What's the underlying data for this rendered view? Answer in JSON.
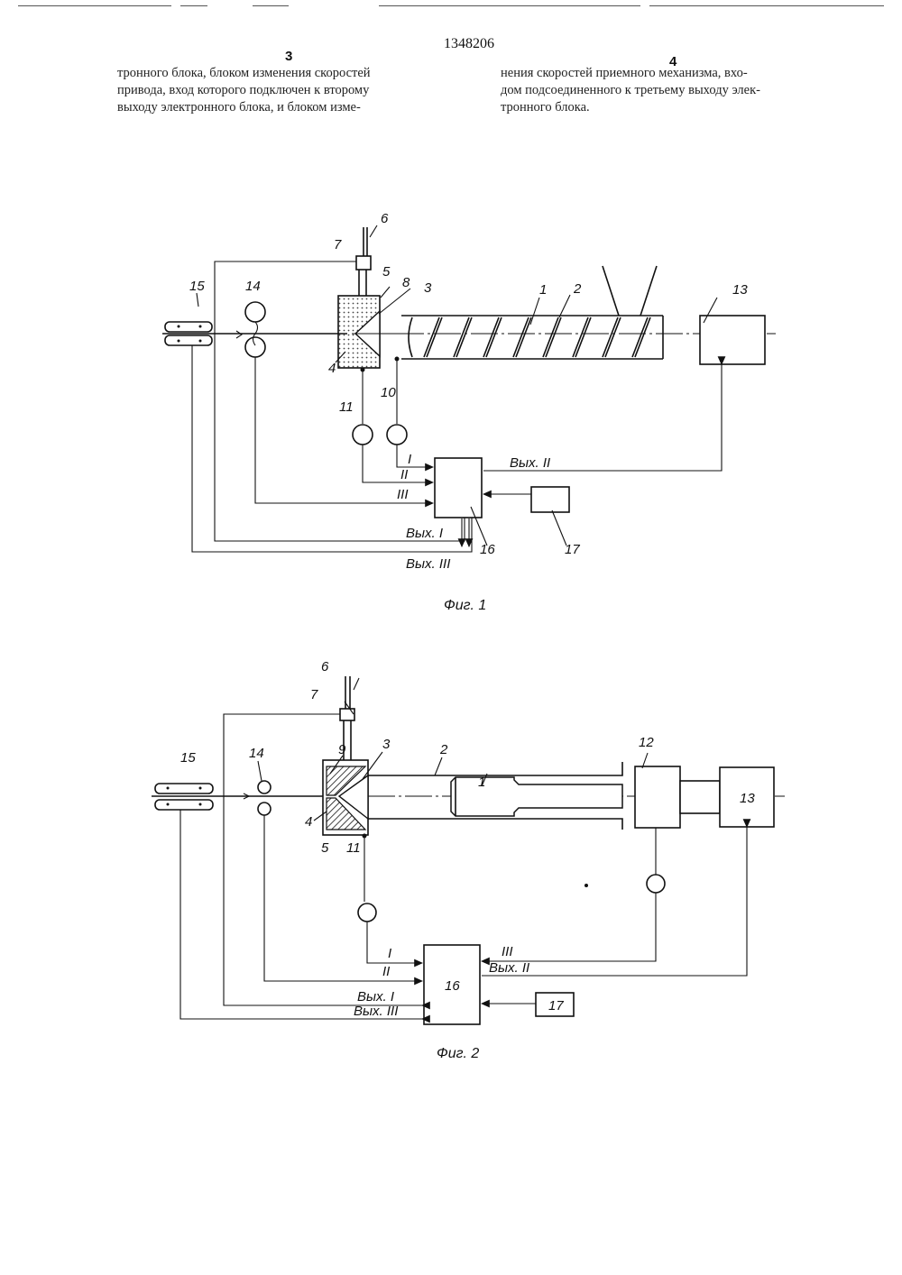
{
  "header": {
    "patent_number": "1348206",
    "left_col_num": "3",
    "right_col_num": "4",
    "left_lines": [
      "тронного блока, блоком изменения скоростей",
      "привода, вход которого подключен к второму",
      "выходу электронного блока, и блоком изме-"
    ],
    "right_lines": [
      "нения скоростей приемного механизма, вхо-",
      "дом подсоединенного к третьему выходу элек-",
      "тронного блока."
    ]
  },
  "figure1": {
    "caption": "Фиг. 1",
    "labels": {
      "n1": "1",
      "n2": "2",
      "n3": "3",
      "n4": "4",
      "n5": "5",
      "n6": "6",
      "n7": "7",
      "n8": "8",
      "n10": "10",
      "n11": "11",
      "n13": "13",
      "n14": "14",
      "n15": "15",
      "n16": "16",
      "n17": "17",
      "in1": "I",
      "in2": "II",
      "in3": "III",
      "out1": "Вых. I",
      "out2": "Вых. II",
      "out3": "Вых. III"
    }
  },
  "figure2": {
    "caption": "Фиг. 2",
    "labels": {
      "n1": "1",
      "n2": "2",
      "n3": "3",
      "n4": "4",
      "n5": "5",
      "n6": "6",
      "n7": "7",
      "n9": "9",
      "n11": "11",
      "n12": "12",
      "n13": "13",
      "n14": "14",
      "n15": "15",
      "n16": "16",
      "n17": "17",
      "in1": "I",
      "in2": "II",
      "in3": "III",
      "out1": "Вых. I",
      "out2": "Вых. II",
      "out3": "Вых. III"
    }
  }
}
